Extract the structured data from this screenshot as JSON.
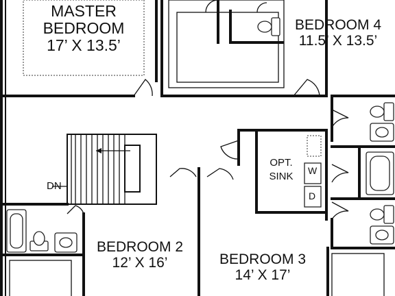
{
  "rooms": {
    "master_bedroom": {
      "name_line1": "MASTER",
      "name_line2": "BEDROOM",
      "size": "17’ X 13.5’"
    },
    "bedroom_4": {
      "name": "BEDROOM 4",
      "size": "11.5’ X 13.5’"
    },
    "bedroom_2": {
      "name": "BEDROOM 2",
      "size": "12’ X 16’"
    },
    "bedroom_3": {
      "name": "BEDROOM 3",
      "size": "14’ X 17’"
    }
  },
  "laundry": {
    "line1": "OPT.",
    "line2": "SINK",
    "washer": "W",
    "dryer": "D"
  },
  "stair": {
    "label": "DN"
  },
  "colors": {
    "wall": "#111111",
    "fixture": "#222222",
    "background": "#ffffff"
  }
}
